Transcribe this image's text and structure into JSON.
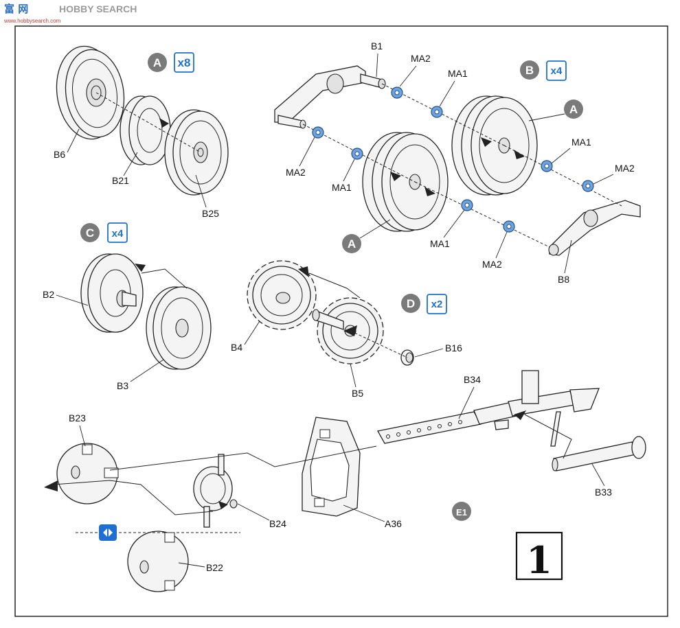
{
  "watermark": {
    "logo_text": "富 网",
    "brand": "HOBBY SEARCH",
    "url": "www.hobbysearch.com"
  },
  "step_number": "1",
  "sub_assemblies": [
    {
      "letter": "A",
      "quantity": "x8"
    },
    {
      "letter": "B",
      "quantity": "x4"
    },
    {
      "letter": "C",
      "quantity": "x4"
    },
    {
      "letter": "D",
      "quantity": "x2"
    }
  ],
  "subassembly_refs": {
    "a_upper": "A",
    "a_lower": "A",
    "e1": "E1"
  },
  "parts": {
    "b6": "B6",
    "b21": "B21",
    "b25": "B25",
    "b1": "B1",
    "ma2_top": "MA2",
    "ma1_top": "MA1",
    "ma2_left": "MA2",
    "ma1_left": "MA1",
    "ma1_right": "MA1",
    "ma2_right": "MA2",
    "ma1_bottom": "MA1",
    "ma2_bottom": "MA2",
    "b8": "B8",
    "b2": "B2",
    "b3": "B3",
    "b4": "B4",
    "b5": "B5",
    "b16": "B16",
    "b34": "B34",
    "b33": "B33",
    "b23": "B23",
    "b24": "B24",
    "a36": "A36",
    "b22": "B22"
  },
  "icons": {
    "alternative_option": "alternative-option-icon",
    "washer": "washer-icon"
  },
  "colors": {
    "accent_blue": "#1f6fd1",
    "washer_blue": "#6fa3dc",
    "subassembly_grey": "#7a7a7a",
    "line_art": "#222222"
  }
}
